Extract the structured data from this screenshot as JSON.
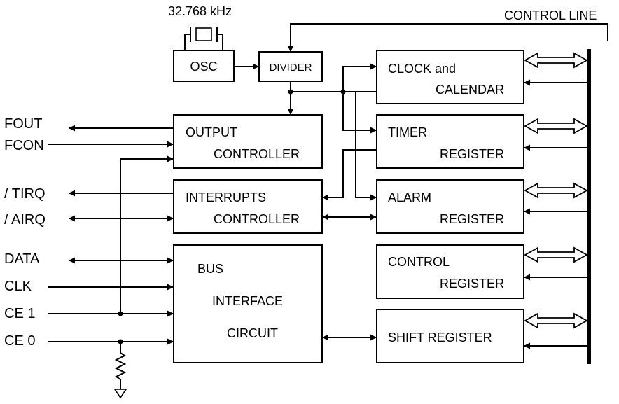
{
  "diagram": {
    "crystal_freq": "32.768 kHz",
    "control_line": "CONTROL LINE",
    "blocks": {
      "osc": "OSC",
      "divider": "DIVIDER",
      "clock_line1": "CLOCK and",
      "clock_line2": "CALENDAR",
      "output_line1": "OUTPUT",
      "output_line2": "CONTROLLER",
      "timer_line1": "TIMER",
      "timer_line2": "REGISTER",
      "interrupts_line1": "INTERRUPTS",
      "interrupts_line2": "CONTROLLER",
      "alarm_line1": "ALARM",
      "alarm_line2": "REGISTER",
      "bus_line1": "BUS",
      "bus_line2": "INTERFACE",
      "bus_line3": "CIRCUIT",
      "control_line1": "CONTROL",
      "control_line2": "REGISTER",
      "shift": "SHIFT REGISTER"
    },
    "pins": {
      "fout": "FOUT",
      "fcon": "FCON",
      "tirq": "/ TIRQ",
      "airq": "/ AIRQ",
      "data": "DATA",
      "clk": "CLK",
      "ce1": "CE 1",
      "ce0": "CE 0"
    }
  }
}
